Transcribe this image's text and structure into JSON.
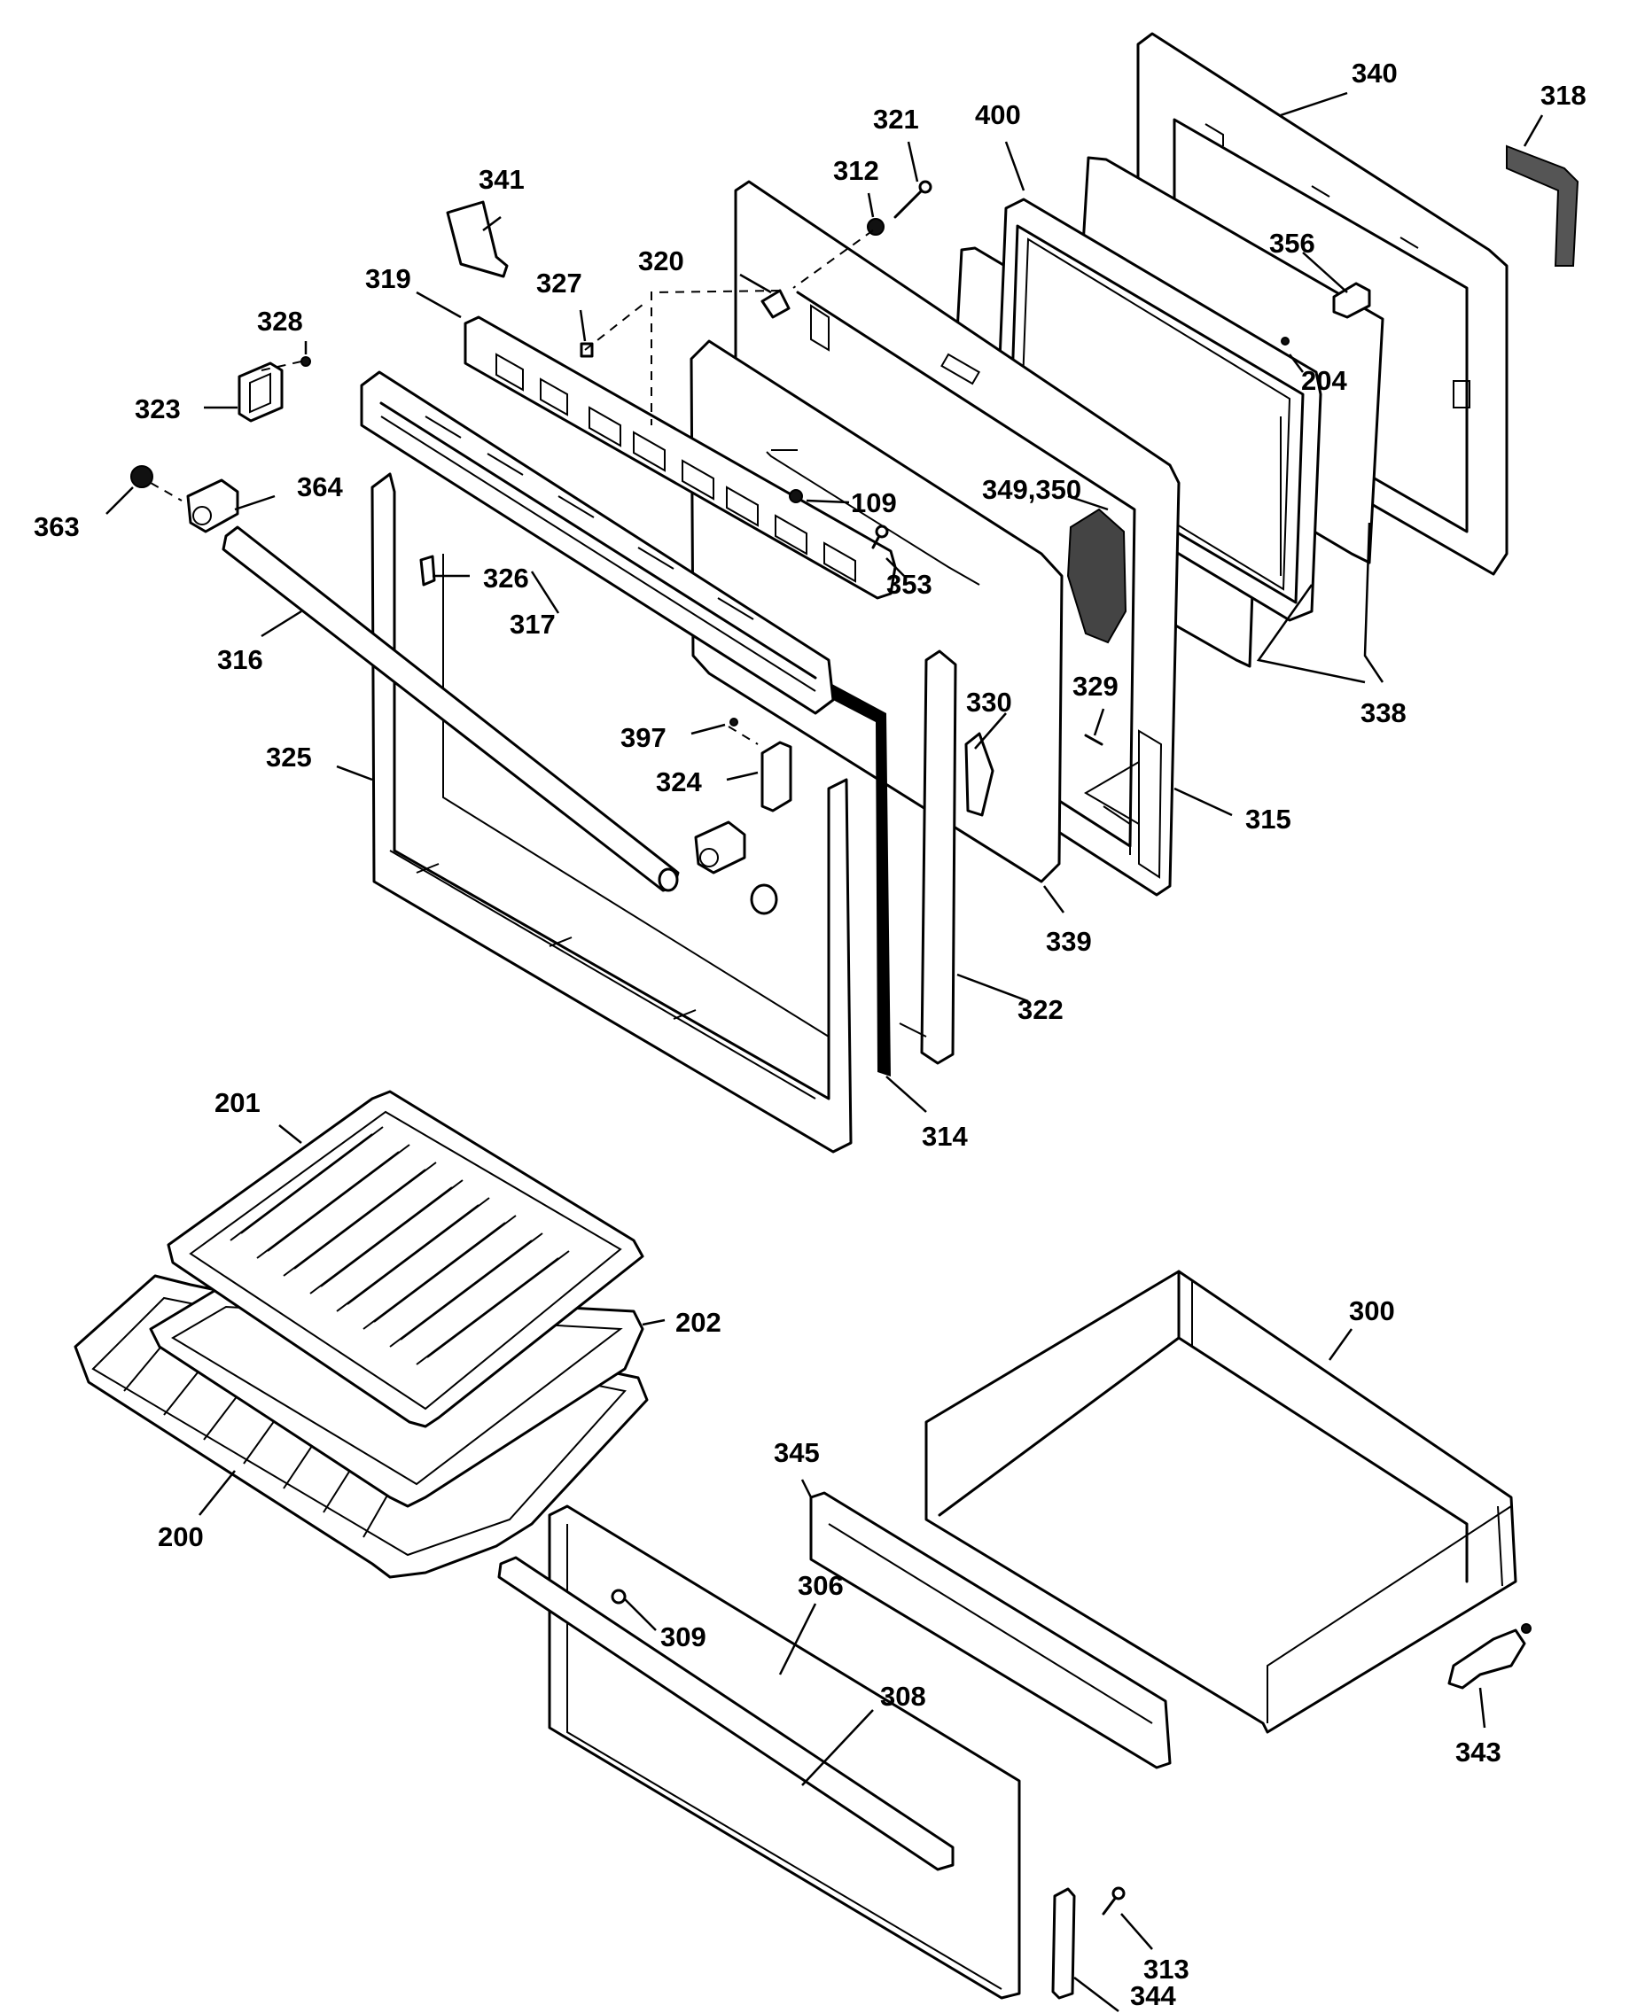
{
  "labels": {
    "p340": "340",
    "p318": "318",
    "p321": "321",
    "p400": "400",
    "p312": "312",
    "p341": "341",
    "p356": "356",
    "p320": "320",
    "p327": "327",
    "p319": "319",
    "p204": "204",
    "p328": "328",
    "p323": "323",
    "p109": "109",
    "p364": "364",
    "p363": "363",
    "p349_350": "349,350",
    "p353": "353",
    "p326": "326",
    "p317": "317",
    "p316": "316",
    "p338": "338",
    "p330": "330",
    "p329": "329",
    "p397": "397",
    "p325": "325",
    "p324": "324",
    "p315": "315",
    "p339": "339",
    "p322": "322",
    "p314": "314",
    "p201": "201",
    "p300": "300",
    "p202": "202",
    "p200": "200",
    "p345": "345",
    "p306": "306",
    "p309": "309",
    "p308": "308",
    "p343": "343",
    "p313": "313",
    "p344": "344"
  },
  "colors": {
    "line": "#000000",
    "background": "#ffffff"
  }
}
